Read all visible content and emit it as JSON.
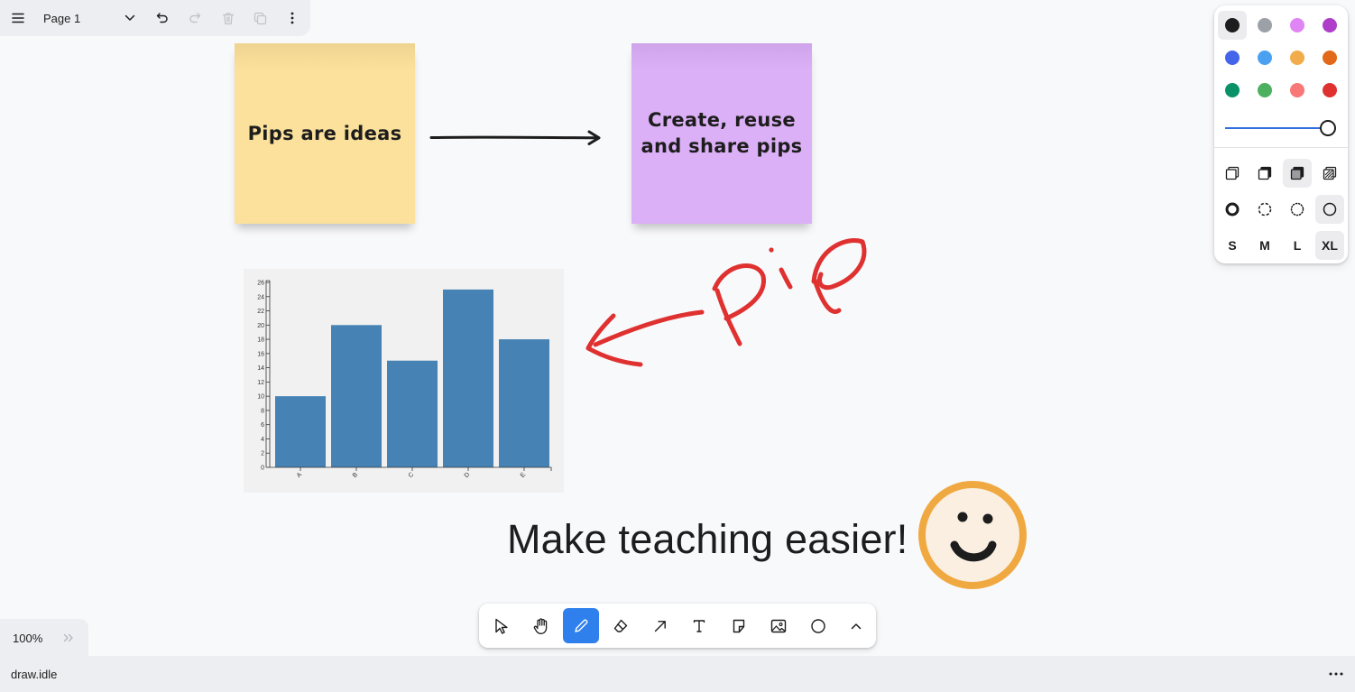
{
  "page_menu": {
    "page_name": "Page 1",
    "icons": [
      "menu-icon",
      "chevron-down-icon",
      "undo-icon",
      "redo-icon",
      "trash-icon",
      "duplicate-icon",
      "more-vertical-icon"
    ]
  },
  "canvas": {
    "sticky_yellow": {
      "line1": "Pips are ideas",
      "color": "#fce19c"
    },
    "sticky_purple": {
      "line1": "Create, reuse",
      "line2": "and share pips",
      "color": "#dcb0f6"
    },
    "heading": "Make teaching easier!",
    "handwriting_colors": {
      "red": "#e03131",
      "emoji_ring": "#f0a941",
      "emoji_face": "#fbefe2"
    }
  },
  "chart_data": {
    "type": "bar",
    "categories": [
      "A",
      "B",
      "C",
      "D",
      "E"
    ],
    "values": [
      10,
      20,
      15,
      25,
      18
    ],
    "yticks": [
      0,
      2,
      4,
      6,
      8,
      10,
      12,
      14,
      16,
      18,
      20,
      22,
      24,
      26
    ],
    "ylim": [
      0,
      26
    ],
    "bar_color": "#4682b4",
    "title": "",
    "xlabel": "",
    "ylabel": ""
  },
  "style_panel": {
    "colors": [
      "#1d1d1d",
      "#9ca0a7",
      "#e085f4",
      "#ae3ec9",
      "#4465e9",
      "#4ba1f1",
      "#f1ac4b",
      "#e16919",
      "#099268",
      "#4cb05e",
      "#f87777",
      "#e03131"
    ],
    "selected_color_index": 0,
    "opacity_fraction": 1.0,
    "fill_styles": [
      "fill-none-icon",
      "fill-semi-icon",
      "fill-solid-icon",
      "fill-pattern-icon"
    ],
    "selected_fill_index": 2,
    "dash_styles": [
      "dash-draw-icon",
      "dash-dashed-icon",
      "dash-dotted-icon",
      "dash-solid-icon"
    ],
    "selected_dash_index": 3,
    "sizes": [
      "S",
      "M",
      "L",
      "XL"
    ],
    "selected_size_index": 3
  },
  "toolbar": {
    "tools": [
      "select-tool",
      "hand-tool",
      "draw-tool",
      "eraser-tool",
      "arrow-tool",
      "text-tool",
      "note-tool",
      "image-tool",
      "ellipse-tool",
      "more-tools"
    ],
    "active_index": 2,
    "accent_color": "#2f80ed"
  },
  "zoom": {
    "label": "100%"
  },
  "status_bar": {
    "text": "draw.idle"
  }
}
